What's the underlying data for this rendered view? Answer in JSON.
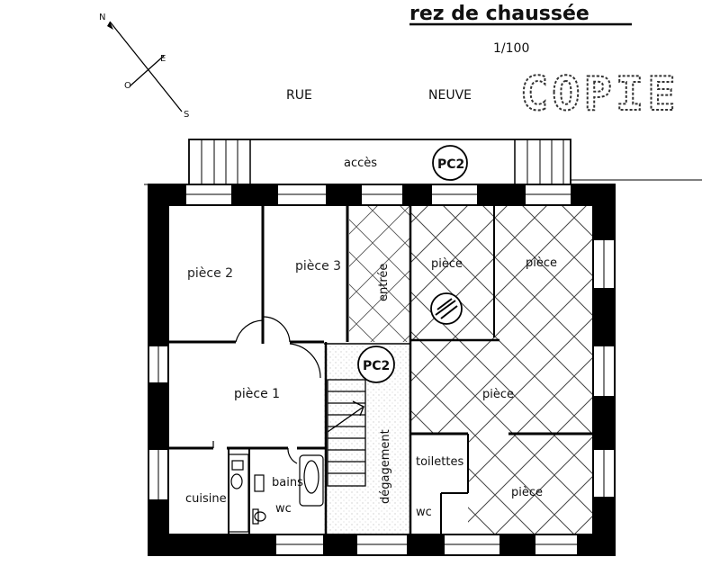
{
  "header": {
    "title": "rez de chaussée",
    "scale": "1/100",
    "stamp": "COPIE"
  },
  "street": {
    "word1": "RUE",
    "word2": "NEUVE"
  },
  "compass": {
    "n": "N",
    "e": "E",
    "s": "S",
    "o": "O"
  },
  "plan": {
    "acces": "accès",
    "pc2_top": "PC2",
    "pc2_middle": "PC2",
    "entree": "entrée",
    "degagement": "dégagement",
    "piece_2": "pièce 2",
    "piece_3": "pièce 3",
    "piece_1": "pièce 1",
    "piece_top_mid": "pièce",
    "piece_top_right": "pièce",
    "piece_center": "pièce",
    "piece_bottom_right": "pièce",
    "cuisine": "cuisine",
    "bains": "bains",
    "wc_left": "wc",
    "toilettes": "toilettes",
    "wc_right": "wc"
  }
}
